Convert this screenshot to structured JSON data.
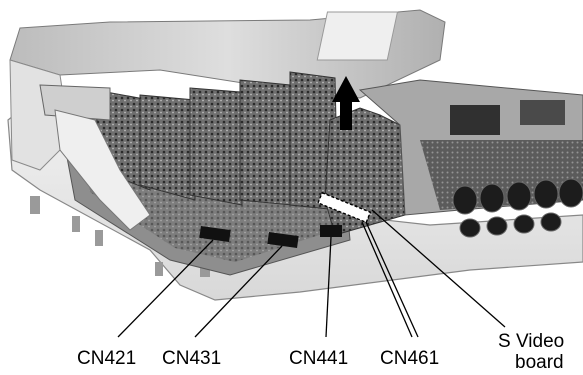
{
  "labels": {
    "cn421": "CN421",
    "cn431": "CN431",
    "cn441": "CN441",
    "cn461": "CN461",
    "s_video_line1": "S Video",
    "s_video_line2": "board"
  }
}
